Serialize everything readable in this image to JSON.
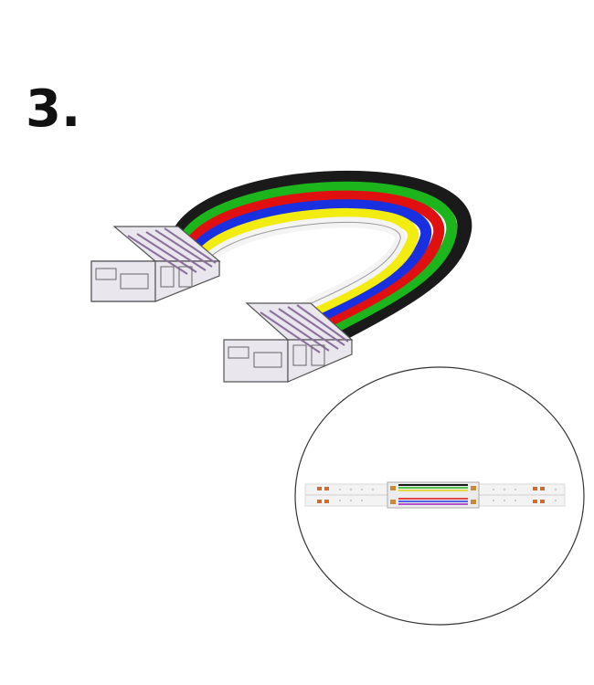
{
  "step": {
    "number": "3."
  },
  "colors": {
    "wire_black": "#1a1a1a",
    "wire_green": "#1cb51c",
    "wire_red": "#e01010",
    "wire_blue": "#1830e0",
    "wire_yellow": "#f2ec10",
    "wire_white": "#f4f4f4",
    "connector_body": "#e9e6ee",
    "connector_outline": "#555555",
    "detail_circle_stroke": "#333333"
  },
  "icons": {
    "main": "rgbw-strip-connector-cable",
    "detail": "led-strip-joined-detail"
  }
}
